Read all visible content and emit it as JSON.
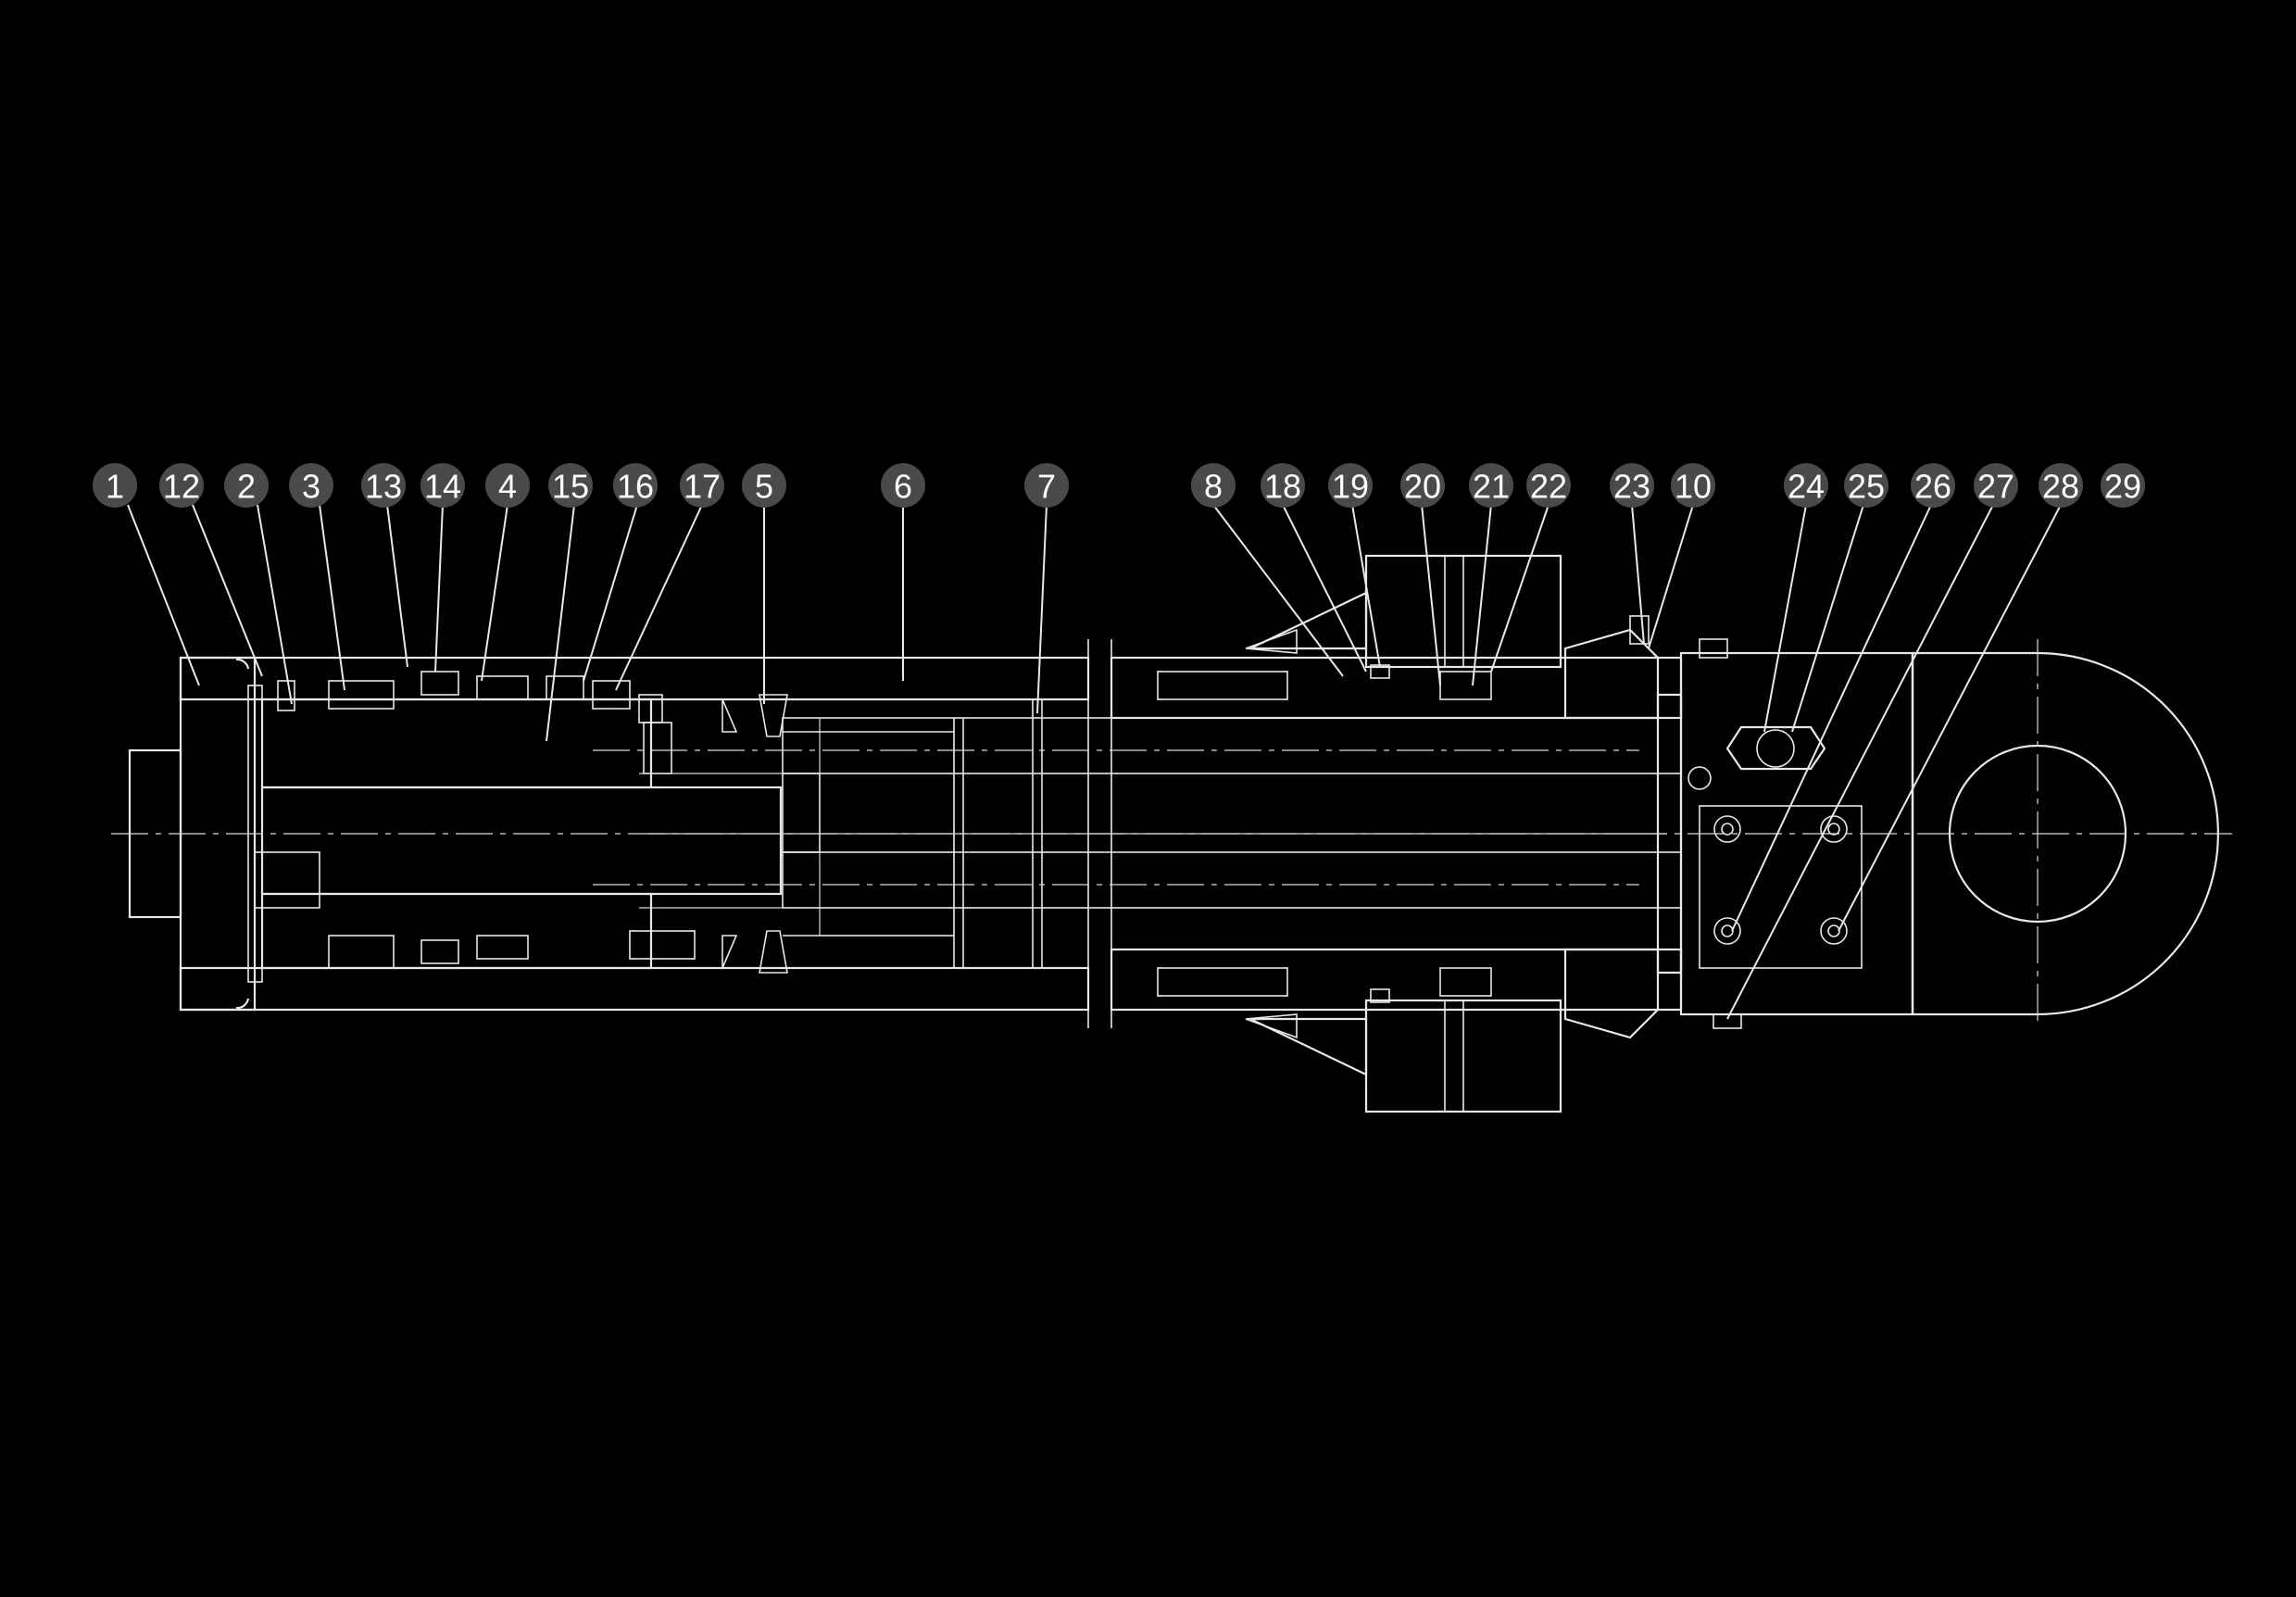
{
  "diagram": {
    "callouts": [
      {
        "label": "1"
      },
      {
        "label": "12"
      },
      {
        "label": "2"
      },
      {
        "label": "3"
      },
      {
        "label": "13"
      },
      {
        "label": "14"
      },
      {
        "label": "4"
      },
      {
        "label": "15"
      },
      {
        "label": "16"
      },
      {
        "label": "17"
      },
      {
        "label": "5"
      },
      {
        "label": "6"
      },
      {
        "label": "7"
      },
      {
        "label": "8"
      },
      {
        "label": "18"
      },
      {
        "label": "19"
      },
      {
        "label": "20"
      },
      {
        "label": "21"
      },
      {
        "label": "22"
      },
      {
        "label": "23"
      },
      {
        "label": "10"
      },
      {
        "label": "24"
      },
      {
        "label": "25"
      },
      {
        "label": "26"
      },
      {
        "label": "27"
      },
      {
        "label": "28"
      },
      {
        "label": "29"
      }
    ],
    "colors": {
      "background": "#000000",
      "lines": "#e8e8e8",
      "bubble_fill": "#4a4a4a",
      "bubble_text": "#ffffff"
    }
  }
}
